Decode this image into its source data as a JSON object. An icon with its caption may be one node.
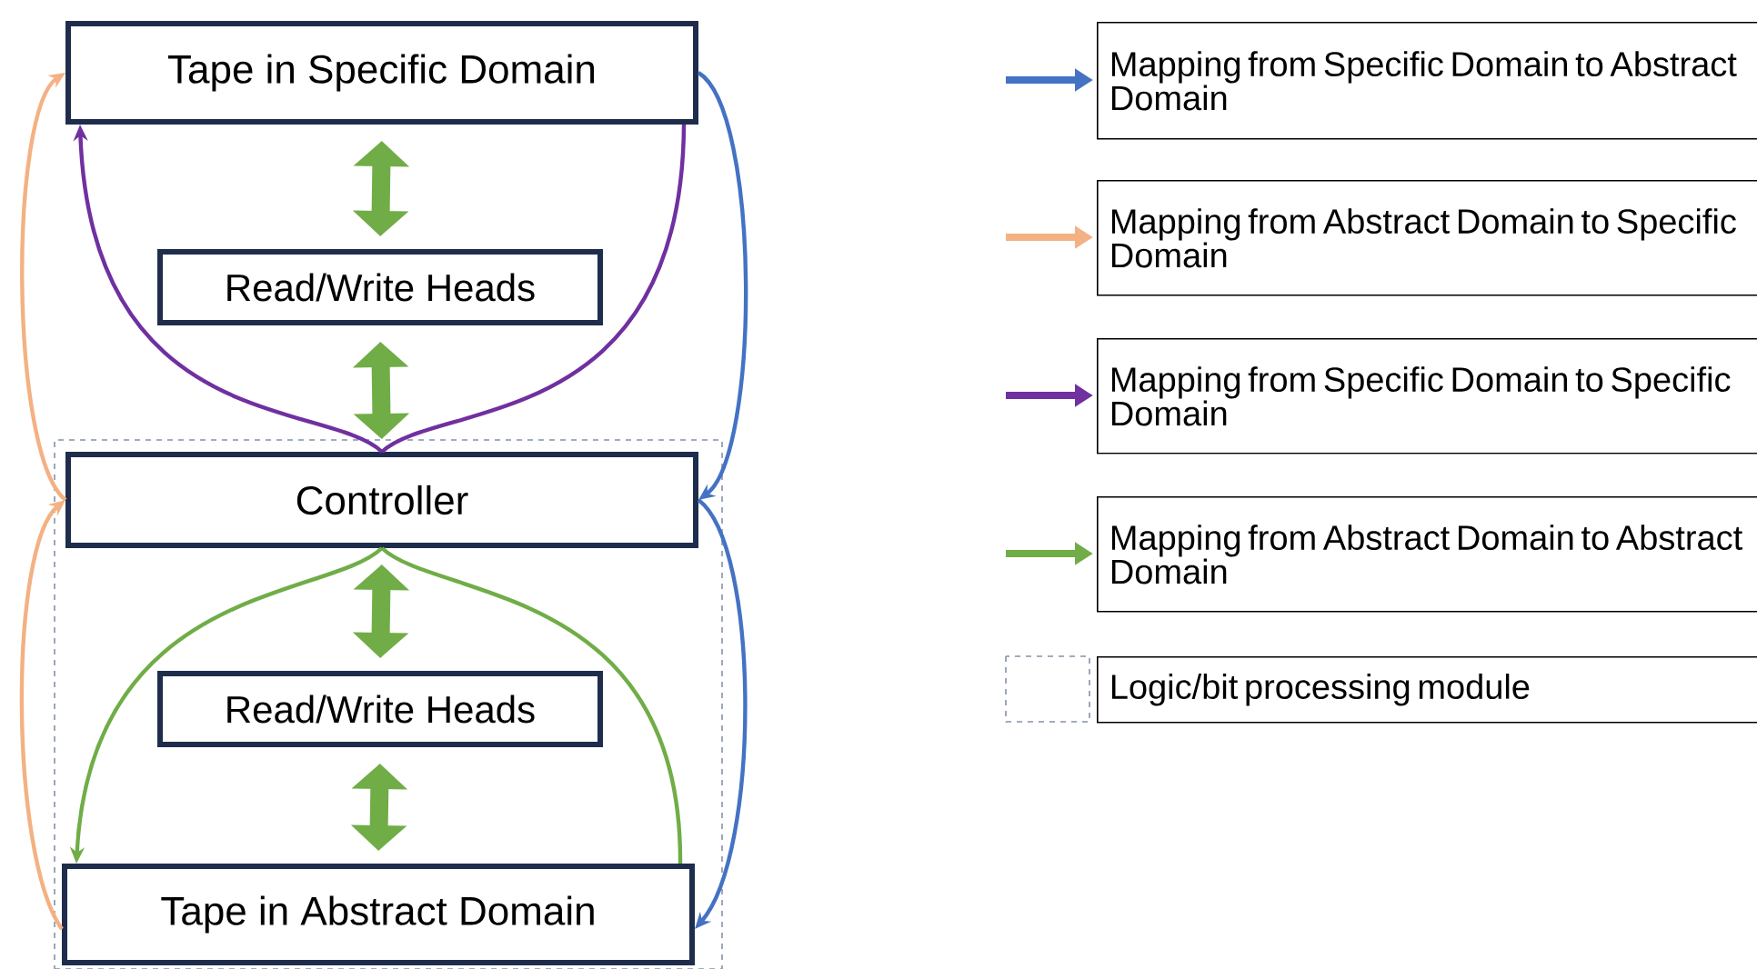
{
  "diagram": {
    "nodes": [
      {
        "text": [
          "Tape in Specific Domain"
        ]
      },
      {
        "text": [
          "Read/Write Heads"
        ]
      },
      {
        "text": [],
        "shape": "box"
      },
      {
        "text": [
          "Controller"
        ],
        "in": 2
      },
      {
        "text": [
          "Read/Write Heads"
        ],
        "in": 2
      },
      {
        "text": [
          "Tape in Abstract Domain"
        ],
        "in": 2
      }
    ],
    "edges": [
      {
        "from": 0,
        "to": 1,
        "arrow": "both",
        "style": "thick",
        "color": "#70ad47"
      },
      {
        "from": 1,
        "to": 3,
        "arrow": "both",
        "style": "thick",
        "color": "#70ad47"
      },
      {
        "from": 3,
        "to": 4,
        "arrow": "both",
        "style": "thick",
        "color": "#70ad47"
      },
      {
        "from": 4,
        "to": 5,
        "arrow": "both",
        "style": "thick",
        "color": "#70ad47"
      },
      {
        "from": 3,
        "to": 0,
        "arrow": "to",
        "color": "#7030a0"
      },
      {
        "from": 0,
        "to": 3,
        "arrow": "none",
        "color": "#7030a0"
      },
      {
        "from": 3,
        "to": 5,
        "arrow": "to",
        "color": "#70ad47"
      },
      {
        "from": 5,
        "to": 3,
        "arrow": "none",
        "color": "#70ad47"
      },
      {
        "from": 5,
        "to": 3,
        "arrow": "to",
        "color": "#f4b183"
      },
      {
        "from": 3,
        "to": 0,
        "arrow": "to",
        "color": "#f4b183"
      },
      {
        "from": 0,
        "to": 3,
        "arrow": "to",
        "color": "#4472c4"
      },
      {
        "from": 3,
        "to": 5,
        "arrow": "to",
        "color": "#4472c4"
      }
    ],
    "legend": [
      {
        "text": "Mapping from Specific Domain to Abstract Domain"
      },
      {
        "text": "Mapping from Abstract Domain to Specific Domain"
      },
      {
        "text": "Mapping from Specific Domain to Specific Domain"
      },
      {
        "text": "Mapping from Abstract Domain to Abstract Domain"
      },
      {
        "text": "Logic/bit processing module"
      }
    ]
  }
}
